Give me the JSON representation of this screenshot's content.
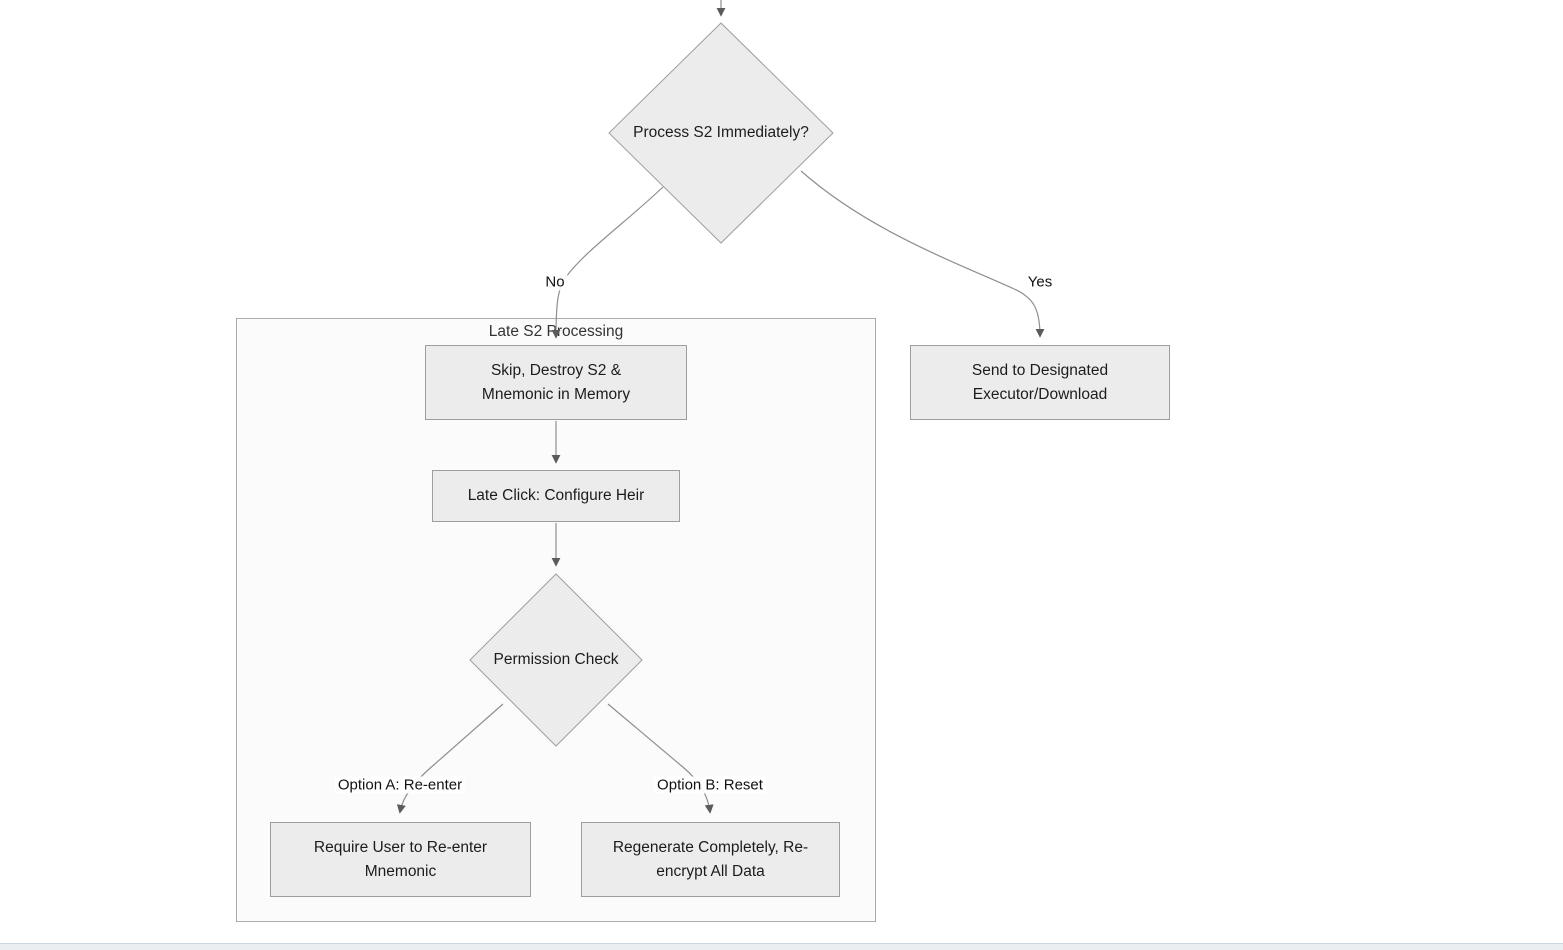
{
  "diagram": {
    "subgraph": {
      "title": "Late S2 Processing"
    },
    "nodes": {
      "process_s2": {
        "type": "decision",
        "label": "Process S2 Immediately?"
      },
      "skip_destroy": {
        "type": "process",
        "lines": [
          "Skip, Destroy S2 &",
          "Mnemonic in Memory"
        ]
      },
      "late_click": {
        "type": "process",
        "label": "Late Click: Configure Heir"
      },
      "permission_check": {
        "type": "decision",
        "label": "Permission Check"
      },
      "send_executor": {
        "type": "process",
        "lines": [
          "Send to Designated",
          "Executor/Download"
        ]
      },
      "require_reenter": {
        "type": "process",
        "lines": [
          "Require User to Re-enter",
          "Mnemonic"
        ]
      },
      "regenerate": {
        "type": "process",
        "lines": [
          "Regenerate Completely, Re-",
          "encrypt All Data"
        ]
      }
    },
    "edge_labels": {
      "no": "No",
      "yes": "Yes",
      "option_a": "Option A: Re-enter",
      "option_b": "Option B: Reset"
    },
    "colors": {
      "node_fill": "#ececec",
      "node_border": "#9e9e9e",
      "subgraph_fill": "#fbfbfb",
      "subgraph_border": "#acacac",
      "edge_line": "#8f8f8f",
      "arrowhead": "#5b5b5b",
      "text": "#1c1c1c",
      "bottom_bar": "#eaeef1"
    }
  }
}
